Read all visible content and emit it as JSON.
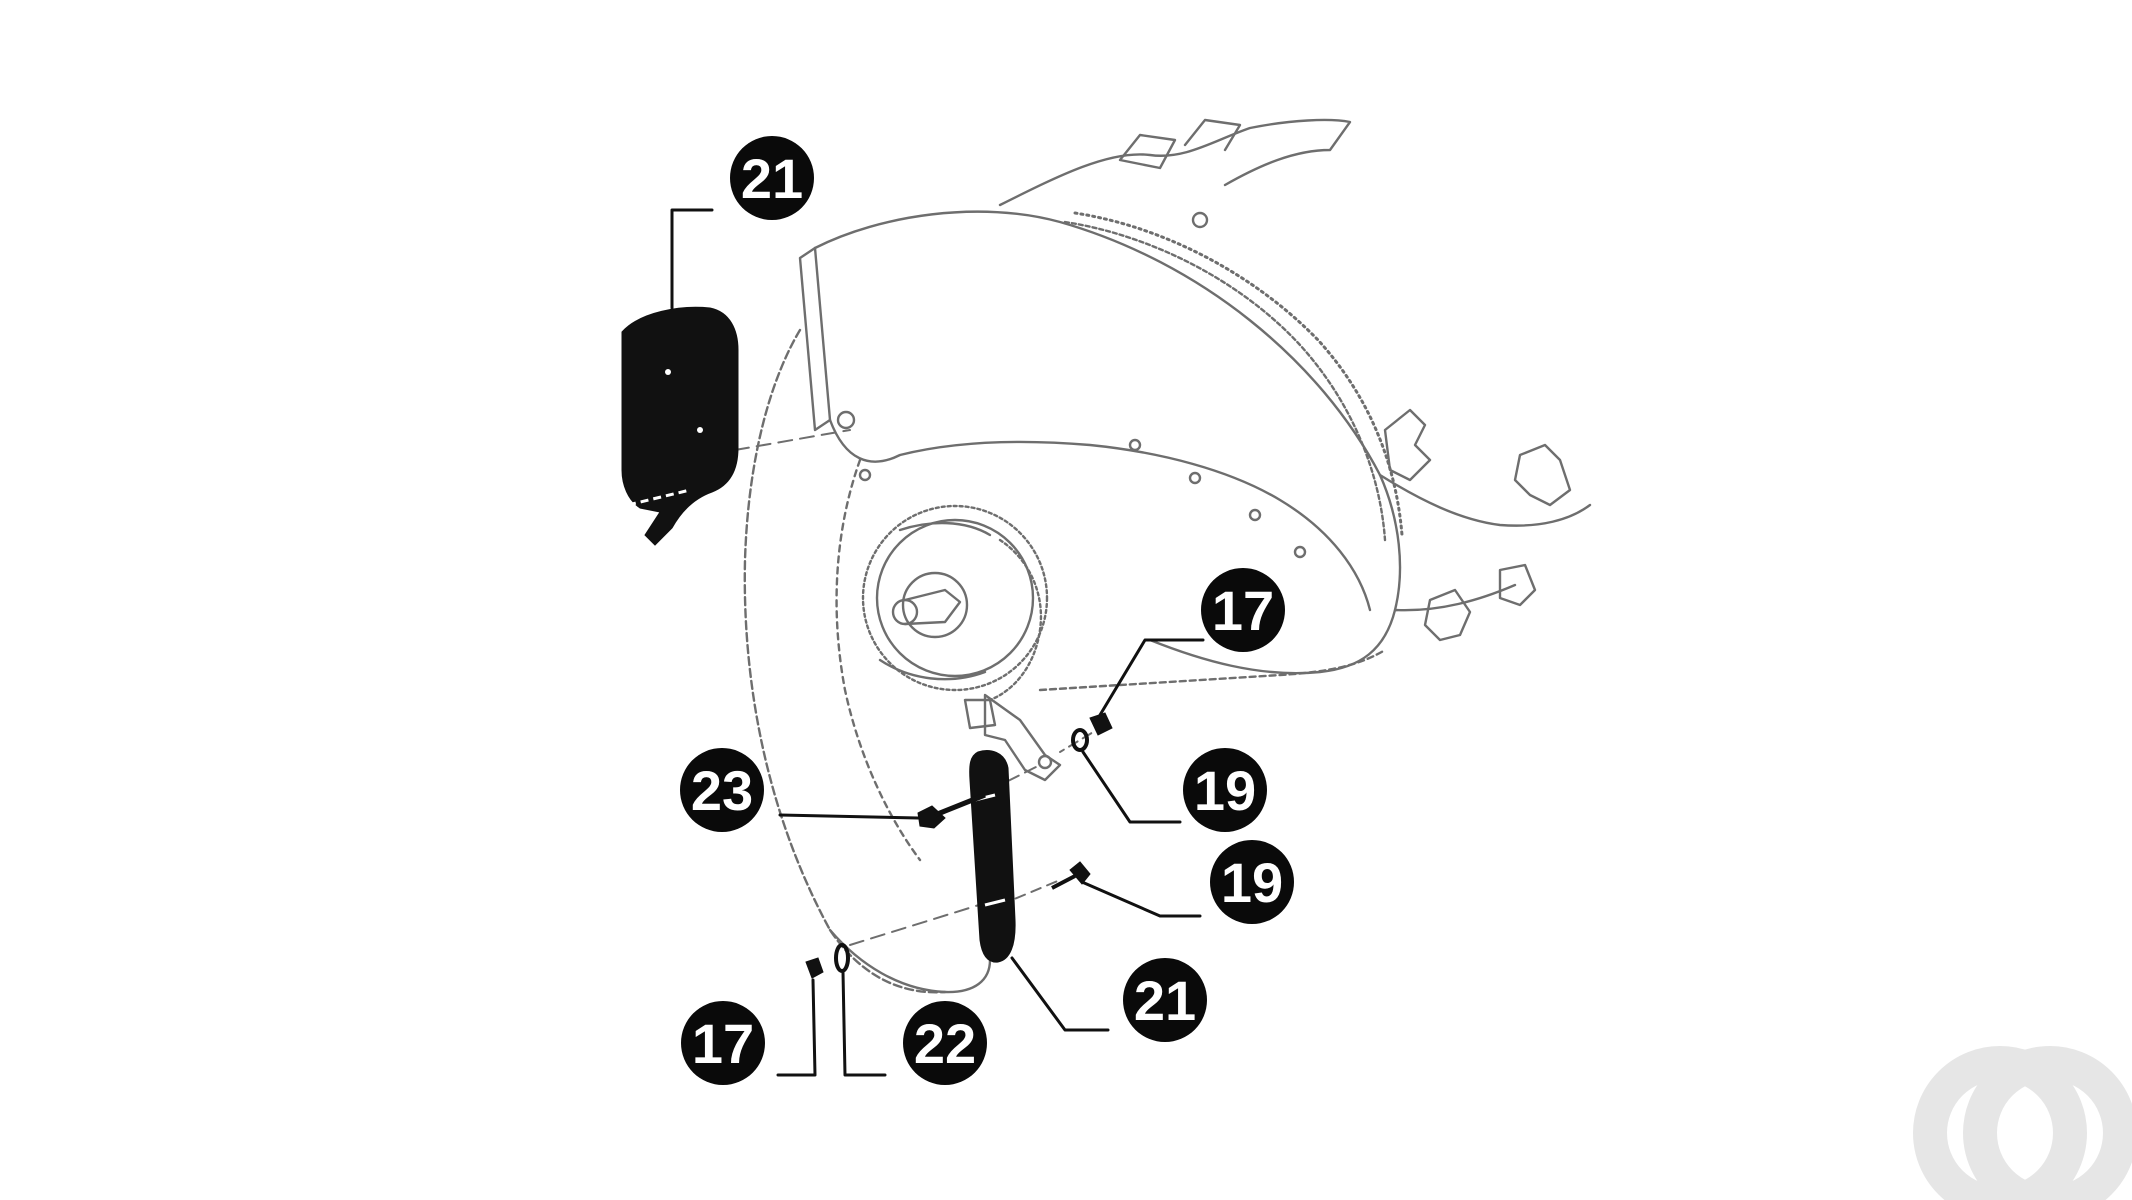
{
  "diagram": {
    "callouts": [
      {
        "id": "c-21-top",
        "label": "21"
      },
      {
        "id": "c-17-right",
        "label": "17"
      },
      {
        "id": "c-19-upper",
        "label": "19"
      },
      {
        "id": "c-19-lower",
        "label": "19"
      },
      {
        "id": "c-23",
        "label": "23"
      },
      {
        "id": "c-21-bottom",
        "label": "21"
      },
      {
        "id": "c-17-bottom",
        "label": "17"
      },
      {
        "id": "c-22",
        "label": "22"
      }
    ]
  },
  "colors": {
    "ink": "#111111",
    "line_art": "#6e6e6e",
    "callout_fill": "#0a0a0a",
    "callout_text": "#ffffff",
    "watermark": "#e6e6e6",
    "background": "#ffffff"
  },
  "watermark": {
    "icon": "ao-logo-icon"
  }
}
